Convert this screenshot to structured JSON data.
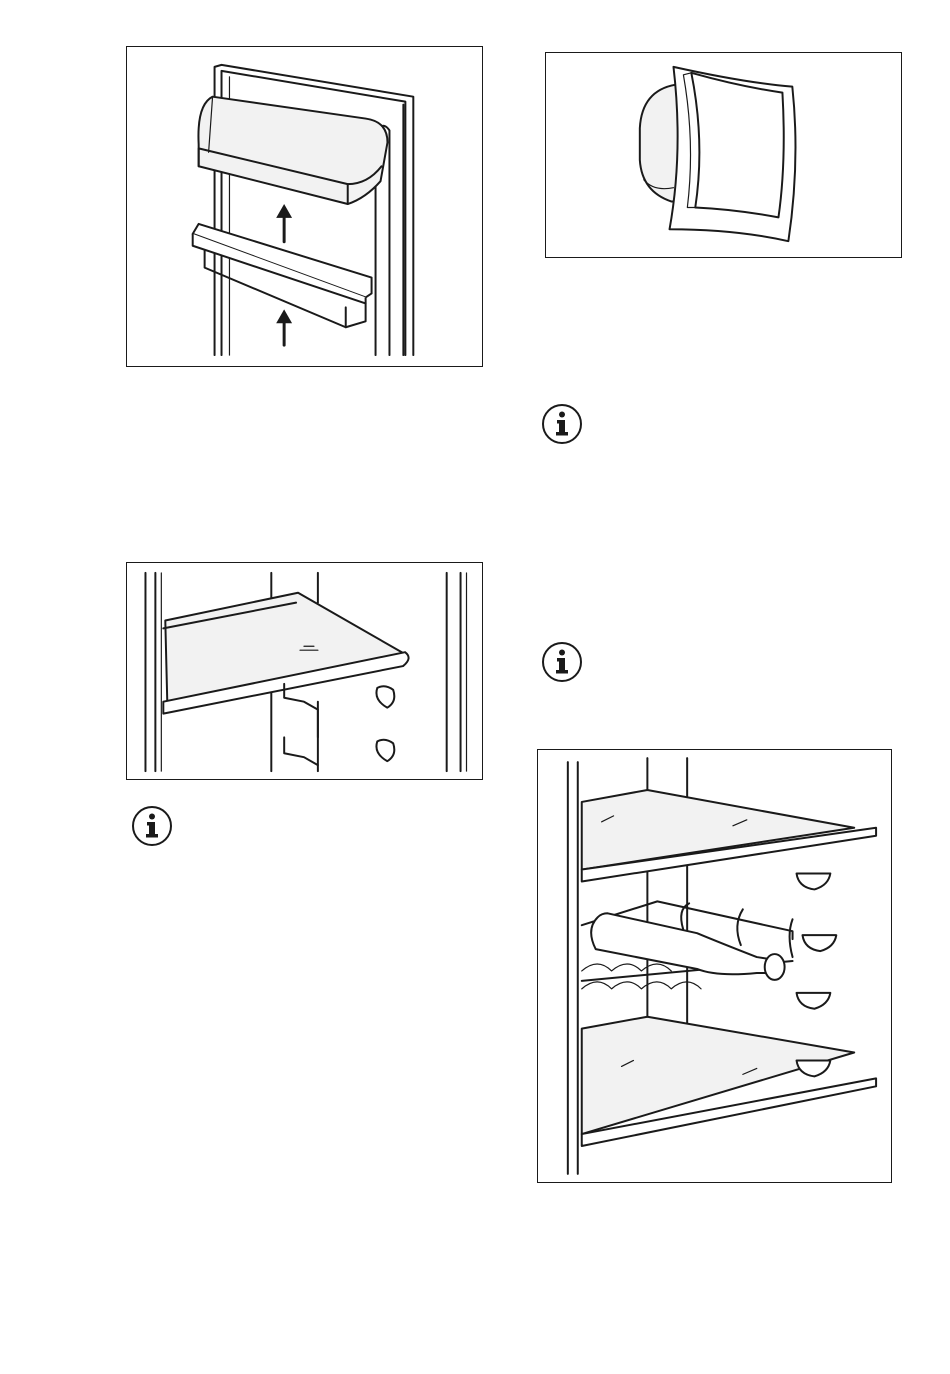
{
  "page": {
    "background": "#ffffff",
    "line_color": "#1a1a1a"
  },
  "figures": [
    {
      "id": "door-balconies",
      "icon": "door-shelf-lift-illustration"
    },
    {
      "id": "door-closure-detail",
      "icon": "door-seal-detail-illustration"
    },
    {
      "id": "movable-shelf",
      "icon": "glass-shelf-illustration"
    },
    {
      "id": "bottle-rack",
      "icon": "wine-bottle-rack-illustration"
    }
  ],
  "info_icons": [
    {
      "id": "info-1",
      "icon": "info-icon",
      "glyph": "i"
    },
    {
      "id": "info-2",
      "icon": "info-icon",
      "glyph": "i"
    },
    {
      "id": "info-3",
      "icon": "info-icon",
      "glyph": "i"
    }
  ]
}
